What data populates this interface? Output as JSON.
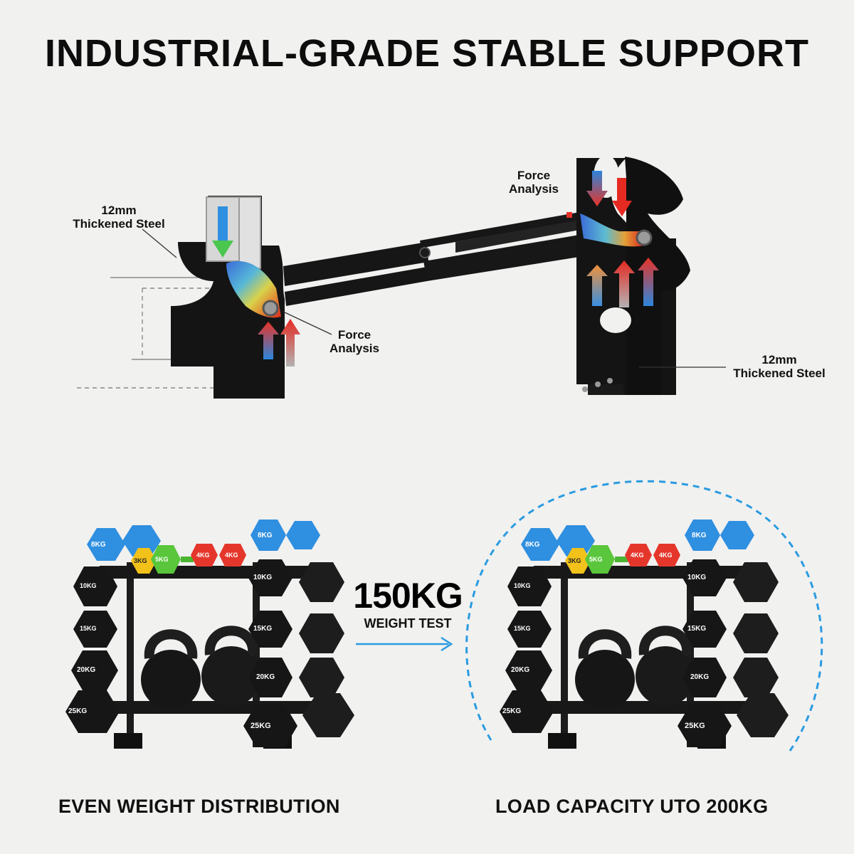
{
  "header": {
    "title": "INDUSTRIAL-GRADE STABLE SUPPORT"
  },
  "diagram": {
    "labels": {
      "steel_left": [
        "12mm",
        "Thickened Steel"
      ],
      "steel_right": [
        "12mm",
        "Thickened Steel"
      ],
      "force_top": [
        "Force",
        "Analysis"
      ],
      "force_bottom": [
        "Force",
        "Analysis"
      ]
    }
  },
  "weights": {
    "top_row": [
      "8KG",
      "3KG",
      "5KG",
      "4KG",
      "4KG",
      "8KG"
    ],
    "left_column": [
      "10KG",
      "15KG",
      "20KG",
      "25KG"
    ],
    "right_column": [
      "10KG",
      "15KG",
      "20KG",
      "25KG"
    ]
  },
  "comparison": {
    "value": "150KG",
    "label": "WEIGHT TEST",
    "left_caption": "EVEN WEIGHT DISTRIBUTION",
    "right_caption": "LOAD CAPACITY UTO 200KG"
  },
  "colors": {
    "blue": "#2f8fe0",
    "yellow": "#f2c21b",
    "green": "#59c63b",
    "red": "#e5362b",
    "arrow_blue": "#2a9be0",
    "steel": "#141414"
  }
}
